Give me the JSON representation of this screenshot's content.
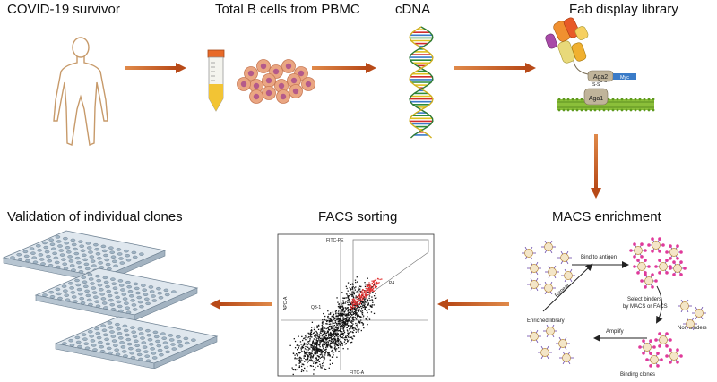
{
  "steps": {
    "survivor": "COVID-19 survivor",
    "bcells": "Total B cells from PBMC",
    "cdna": "cDNA",
    "fab": "Fab display library",
    "macs": "MACS enrichment",
    "facs": "FACS sorting",
    "validation": "Validation of individual clones"
  },
  "fab_panel": {
    "aga2": "Aga2",
    "aga1": "Aga1",
    "myc": "Myc",
    "ss1": "S-S",
    "ss2": "S-S"
  },
  "macs_panel": {
    "bind": "Bind to antigen",
    "select_line1": "Select binders",
    "select_line2": "by MACS or FACS",
    "non_binders": "Non-binders",
    "repeat": "Repeat",
    "enriched": "Enriched library",
    "amplify": "Amplify",
    "binding": "Binding clones"
  },
  "facs_panel": {
    "gate_top": "FITC-PE",
    "p4": "P4",
    "p1": "Q3-1",
    "xaxis": "FITC-A",
    "yaxis": "APC-A"
  },
  "colors": {
    "arrow": "#c85a24",
    "body_outline": "#c79a6a",
    "tube_label": "#f2c434",
    "cell_fill": "#e9a07e",
    "dna_a": "#2e8b3a",
    "dna_b": "#e0c21e",
    "dna_c": "#d22b2b",
    "plate": "#9fb3c3"
  }
}
